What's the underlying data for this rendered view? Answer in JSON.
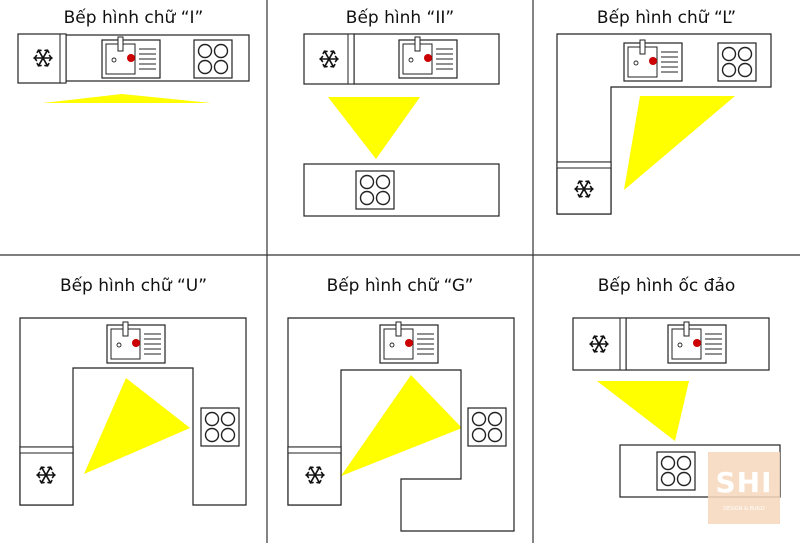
{
  "titles": {
    "i": "Bếp hình chữ “I”",
    "ii": "Bếp hình “II”",
    "l": "Bếp hình chữ “L”",
    "u": "Bếp hình chữ “U”",
    "g": "Bếp hình chữ “G”",
    "oasis": "Bếp hình ốc đảo"
  },
  "watermark": {
    "logo": "SHI",
    "tagline": "DESIGN & BUILD"
  },
  "colors": {
    "work_triangle": "#ffff00",
    "tap_dot": "#cc0000",
    "line": "#222222"
  },
  "icons": [
    "fridge-icon",
    "sink-icon",
    "stove-icon"
  ]
}
